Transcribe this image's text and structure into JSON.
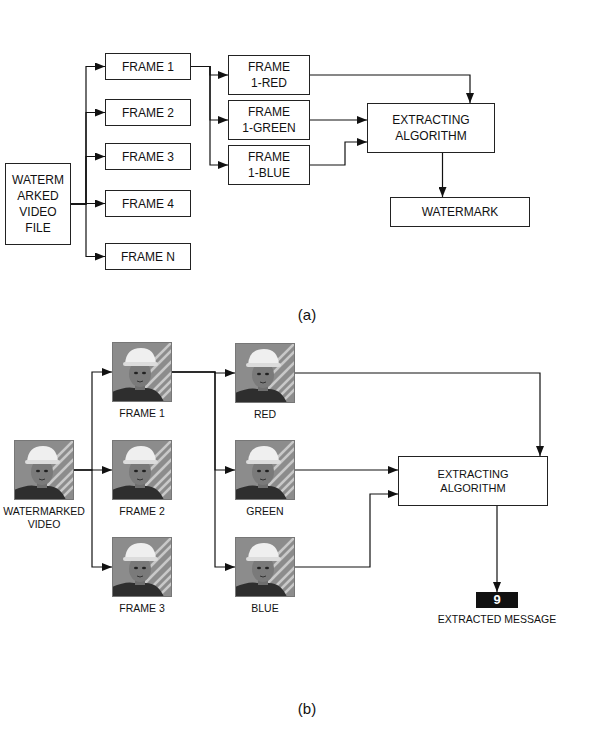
{
  "diagram": {
    "nodes": [
      {
        "text": [
          "WATERM ARKED VIDEO FILE"
        ]
      },
      {
        "text": [
          "FRAME 1"
        ]
      },
      {
        "text": [
          "FRAME 2"
        ]
      },
      {
        "text": [
          "FRAME 3"
        ]
      },
      {
        "text": [
          "FRAME 4"
        ]
      },
      {
        "text": [
          "FRAME N"
        ]
      },
      {
        "text": [
          "FRAME 1-RED"
        ]
      },
      {
        "text": [
          "FRAME 1-GREEN"
        ]
      },
      {
        "text": [
          "FRAME 1-BLUE"
        ]
      },
      {
        "text": [
          "EXTRACTING ALGORITHM"
        ]
      },
      {
        "text": [
          "WATERMARK"
        ]
      },
      {
        "text": [
          "WATERMARKED VIDEO"
        ]
      },
      {
        "text": [
          "FRAME 1"
        ]
      },
      {
        "text": [
          "FRAME 2"
        ]
      },
      {
        "text": [
          "FRAME 3"
        ]
      },
      {
        "text": [
          "RED"
        ]
      },
      {
        "text": [
          "GREEN"
        ]
      },
      {
        "text": [
          "BLUE"
        ]
      },
      {
        "text": [
          "EXTRACTING ALGORITHM"
        ]
      },
      {
        "text": [
          "9",
          "EXTRACTED MESSAGE"
        ]
      }
    ],
    "edges": [
      {
        "from": 0,
        "to": 1,
        "arrow": "to"
      },
      {
        "from": 0,
        "to": 2,
        "arrow": "to"
      },
      {
        "from": 0,
        "to": 3,
        "arrow": "to"
      },
      {
        "from": 0,
        "to": 4,
        "arrow": "to"
      },
      {
        "from": 0,
        "to": 5,
        "arrow": "to"
      },
      {
        "from": 1,
        "to": 6,
        "arrow": "to"
      },
      {
        "from": 1,
        "to": 7,
        "arrow": "to"
      },
      {
        "from": 1,
        "to": 8,
        "arrow": "to"
      },
      {
        "from": 6,
        "to": 9,
        "arrow": "to"
      },
      {
        "from": 7,
        "to": 9,
        "arrow": "to"
      },
      {
        "from": 8,
        "to": 9,
        "arrow": "to"
      },
      {
        "from": 9,
        "to": 10,
        "arrow": "to"
      },
      {
        "from": 11,
        "to": 12,
        "arrow": "to"
      },
      {
        "from": 11,
        "to": 13,
        "arrow": "to"
      },
      {
        "from": 11,
        "to": 14,
        "arrow": "to"
      },
      {
        "from": 12,
        "to": 15,
        "arrow": "to"
      },
      {
        "from": 12,
        "to": 16,
        "arrow": "to"
      },
      {
        "from": 12,
        "to": 17,
        "arrow": "to"
      },
      {
        "from": 15,
        "to": 18,
        "arrow": "to"
      },
      {
        "from": 16,
        "to": 18,
        "arrow": "to"
      },
      {
        "from": 17,
        "to": 18,
        "arrow": "to"
      },
      {
        "from": 18,
        "to": 19,
        "arrow": "to"
      }
    ],
    "labels": [
      "(a)",
      "(b)"
    ]
  }
}
